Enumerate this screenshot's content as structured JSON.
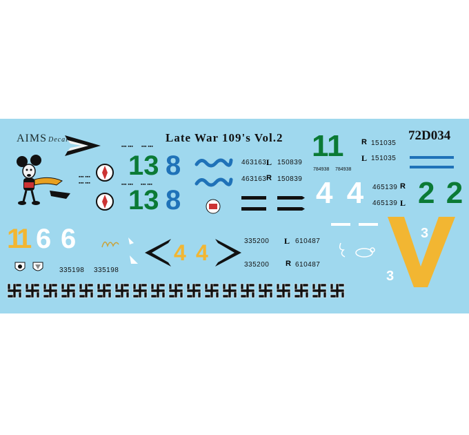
{
  "sheet": {
    "brand": "AIMS",
    "brand_script": "Decals",
    "title": "Late War 109's Vol.2",
    "code": "72D034",
    "background": "#9fd8ee"
  },
  "numbers": {
    "g13_a": "13",
    "b8_a": "8",
    "g13_b": "13",
    "b8_b": "8",
    "g11": "11",
    "w44": "4 4",
    "g22": "2 2",
    "y1": "1",
    "y1b": "1",
    "w6a": "6",
    "w6b": "6",
    "y4a": "4",
    "y4b": "4",
    "w3a": "3",
    "w3b": "3"
  },
  "serials": {
    "s463163a": "463163",
    "s150839a": "150839",
    "s463163b": "463163",
    "s150839b": "150839",
    "s151035a": "151035",
    "s151035b": "151035",
    "s784938a": "784938",
    "s784938b": "784938",
    "s465139a": "465139",
    "s465139b": "465139",
    "s335200a": "335200",
    "s610487a": "610487",
    "s335200b": "335200",
    "s610487b": "610487",
    "s335198a": "335198",
    "s335198b": "335198"
  },
  "markers": {
    "L": "L",
    "R": "R"
  },
  "colors": {
    "green": "#0b7a35",
    "blue": "#1f72b8",
    "yellow": "#f2b632",
    "black": "#111111",
    "white": "#ffffff"
  }
}
